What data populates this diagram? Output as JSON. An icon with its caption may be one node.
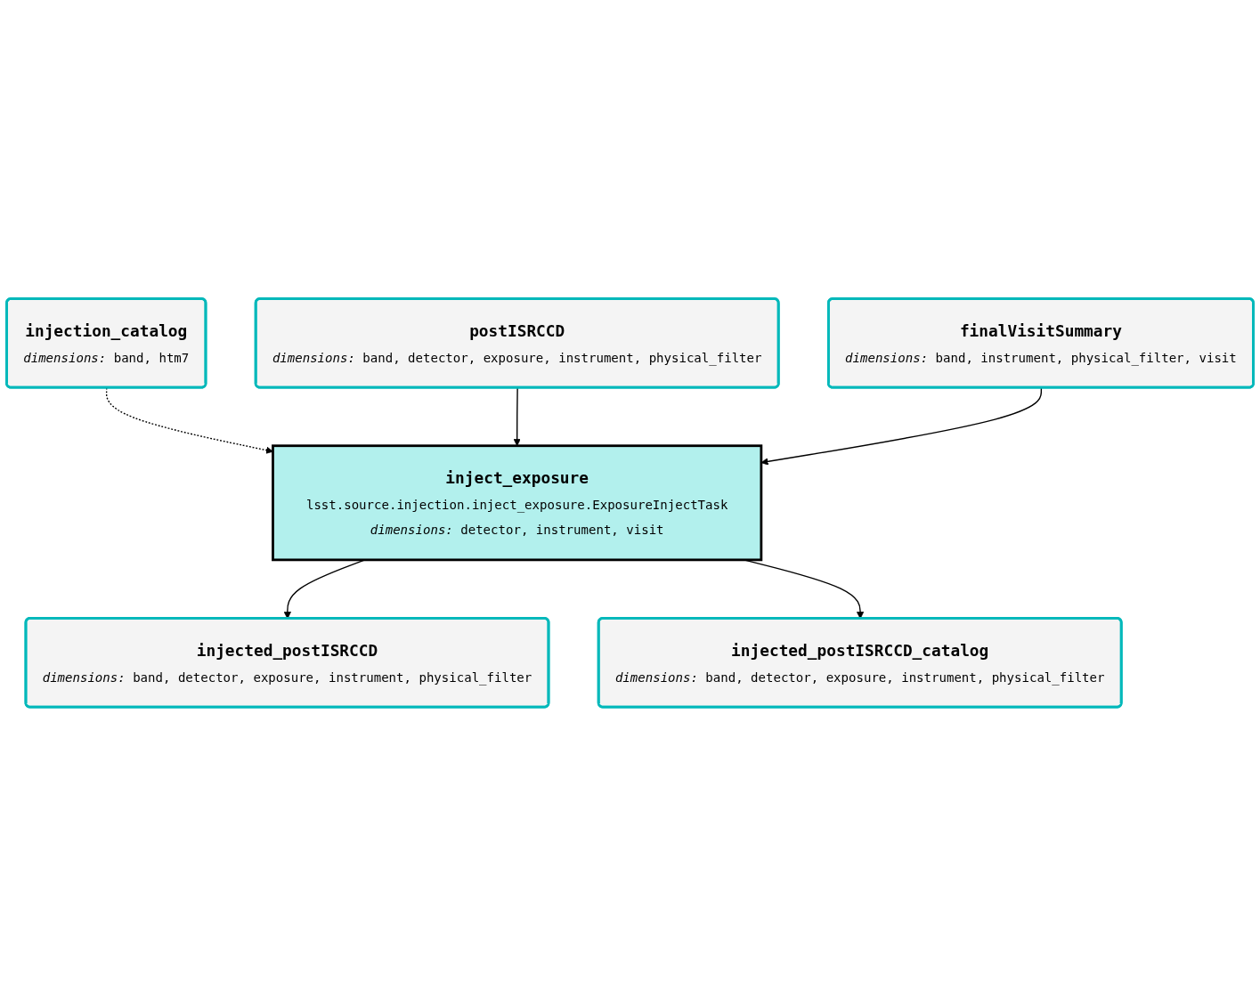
{
  "diagram": {
    "nodes": [
      {
        "text": [
          "injection_catalog",
          "*dimensions:* band, htm7"
        ]
      },
      {
        "text": [
          "postISRCCD",
          "*dimensions:* band, detector, exposure, instrument, physical_filter"
        ]
      },
      {
        "text": [
          "finalVisitSummary",
          "*dimensions:* band, instrument, physical_filter, visit"
        ]
      },
      {
        "text": [
          "inject_exposure",
          "lsst.source.injection.inject_exposure.ExposureInjectTask",
          "*dimensions:* detector, instrument, visit"
        ]
      },
      {
        "text": [
          "injected_postISRCCD",
          "*dimensions:* band, detector, exposure, instrument, physical_filter"
        ]
      },
      {
        "text": [
          "injected_postISRCCD_catalog",
          "*dimensions:* band, detector, exposure, instrument, physical_filter"
        ]
      }
    ],
    "edges": [
      {
        "from": 0,
        "to": 3,
        "arrow": "to",
        "style": "dashed"
      },
      {
        "from": 1,
        "to": 3,
        "arrow": "to"
      },
      {
        "from": 2,
        "to": 3,
        "arrow": "to"
      },
      {
        "from": 3,
        "to": 4,
        "arrow": "to"
      },
      {
        "from": 3,
        "to": 5,
        "arrow": "to"
      }
    ]
  }
}
